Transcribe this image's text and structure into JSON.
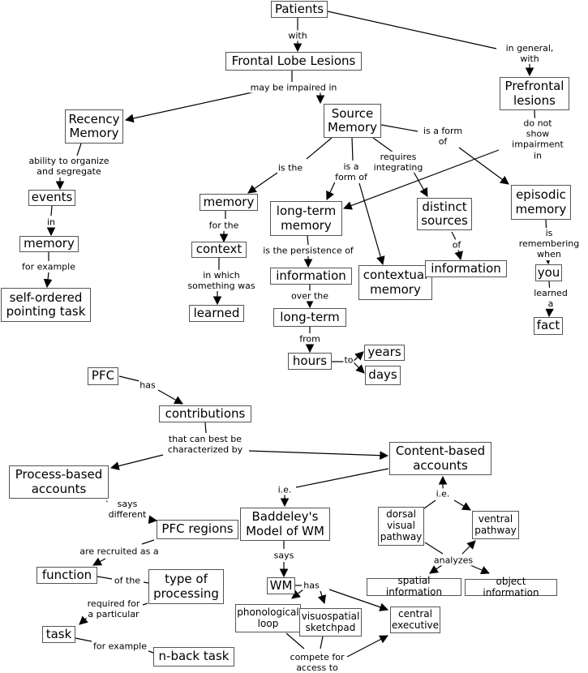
{
  "diagram": {
    "type": "concept-map",
    "nodes": {
      "patients": "Patients",
      "frontal_lobe_lesions": "Frontal Lobe Lesions",
      "prefrontal_lesions": "Prefrontal\nlesions",
      "recency_memory": "Recency\nMemory",
      "source_memory": "Source\nMemory",
      "events": "events",
      "memory_left": "memory",
      "self_ordered": "self-ordered\npointing task",
      "memory_mid": "memory",
      "context": "context",
      "learned": "learned",
      "long_term_memory": "long-term\nmemory",
      "information_mid": "information",
      "long_term": "long-term",
      "hours": "hours",
      "years": "years",
      "days": "days",
      "contextual_memory": "contextual\nmemory",
      "distinct_sources": "distinct\nsources",
      "information_right": "information",
      "episodic_memory": "episodic\nmemory",
      "you": "you",
      "fact": "fact",
      "pfc": "PFC",
      "contributions": "contributions",
      "process_based": "Process-based\naccounts",
      "content_based": "Content-based\naccounts",
      "pfc_regions": "PFC regions",
      "function": "function",
      "type_of_processing": "type of\nprocessing",
      "task": "task",
      "n_back": "n-back task",
      "baddeley": "Baddeley's\nModel of WM",
      "wm": "WM",
      "phonological_loop": "phonological\nloop",
      "visuospatial": "visuospatial\nsketchpad",
      "central_executive": "central\nexecutive",
      "dorsal": "dorsal\nvisual\npathway",
      "ventral": "ventral\npathway",
      "spatial_info": "spatial information",
      "object_info": "object information"
    },
    "links": {
      "with": "with",
      "in_general_with": "in general, with",
      "may_be_impaired_in": "may be impaired in",
      "ability_to_organize": "ability to organize\nand segregate",
      "in": "in",
      "for_example_1": "for example",
      "is_the": "is the",
      "is_a_form_of_1": "is a\nform of",
      "requires_integrating": "requires\nintegrating",
      "is_a_form_of_2": "is a form\nof",
      "do_not_show": "do not show\nimpairment in",
      "for_the": "for the",
      "in_which": "in which\nsomething was",
      "is_the_persistence_of": "is the persistence of",
      "over_the": "over the",
      "from": "from",
      "to": "to",
      "of": "of",
      "is_remembering_when": "is remembering\nwhen",
      "learned_a": "learned a",
      "has_1": "has",
      "that_can_best_be": "that can best be\ncharacterized by",
      "says_different": "says\ndifferent",
      "are_recruited_as_a": "are recruited as a",
      "of_the": "of the",
      "required_for": "required for\na particular",
      "for_example_2": "for example",
      "ie_1": "i.e.",
      "says": "says",
      "has_2": "has",
      "compete_for": "compete for\naccess to",
      "ie_2": "i.e.",
      "analyzes": "analyzes"
    }
  }
}
